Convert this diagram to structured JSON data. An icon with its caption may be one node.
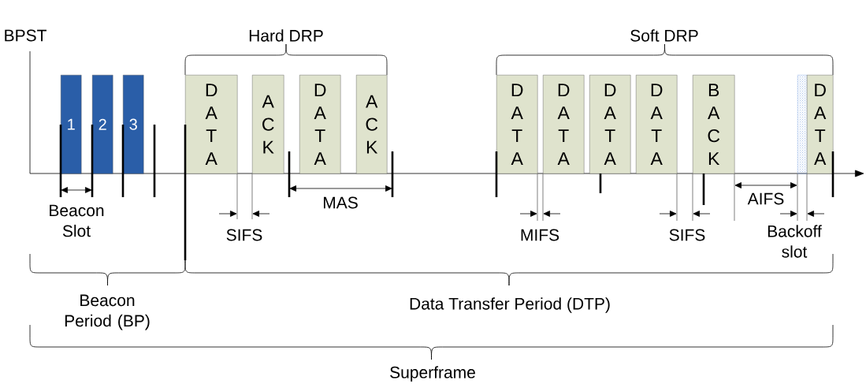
{
  "diagram": {
    "nodes": [
      {
        "text": [
          "1"
        ]
      },
      {
        "text": [
          "2"
        ]
      },
      {
        "text": [
          "3"
        ]
      },
      {
        "text": [
          "DATA"
        ]
      },
      {
        "text": [
          "ACK"
        ]
      },
      {
        "text": [
          "DATA"
        ]
      },
      {
        "text": [
          "ACK"
        ]
      },
      {
        "text": [
          "DATA"
        ]
      },
      {
        "text": [
          "DATA"
        ]
      },
      {
        "text": [
          "DATA"
        ]
      },
      {
        "text": [
          "DATA"
        ]
      },
      {
        "text": [
          "BACK"
        ]
      },
      {
        "text": [],
        "shape": "box"
      },
      {
        "text": [
          "DATA"
        ]
      }
    ],
    "labels": [
      "BPST",
      "Hard DRP",
      "Soft DRP",
      "Beacon Slot",
      "SIFS",
      "MAS",
      "MIFS",
      "SIFS",
      "AIFS",
      "Backoff slot",
      "Beacon Period (BP)",
      "Data Transfer Period (DTP)",
      "Superframe"
    ]
  }
}
